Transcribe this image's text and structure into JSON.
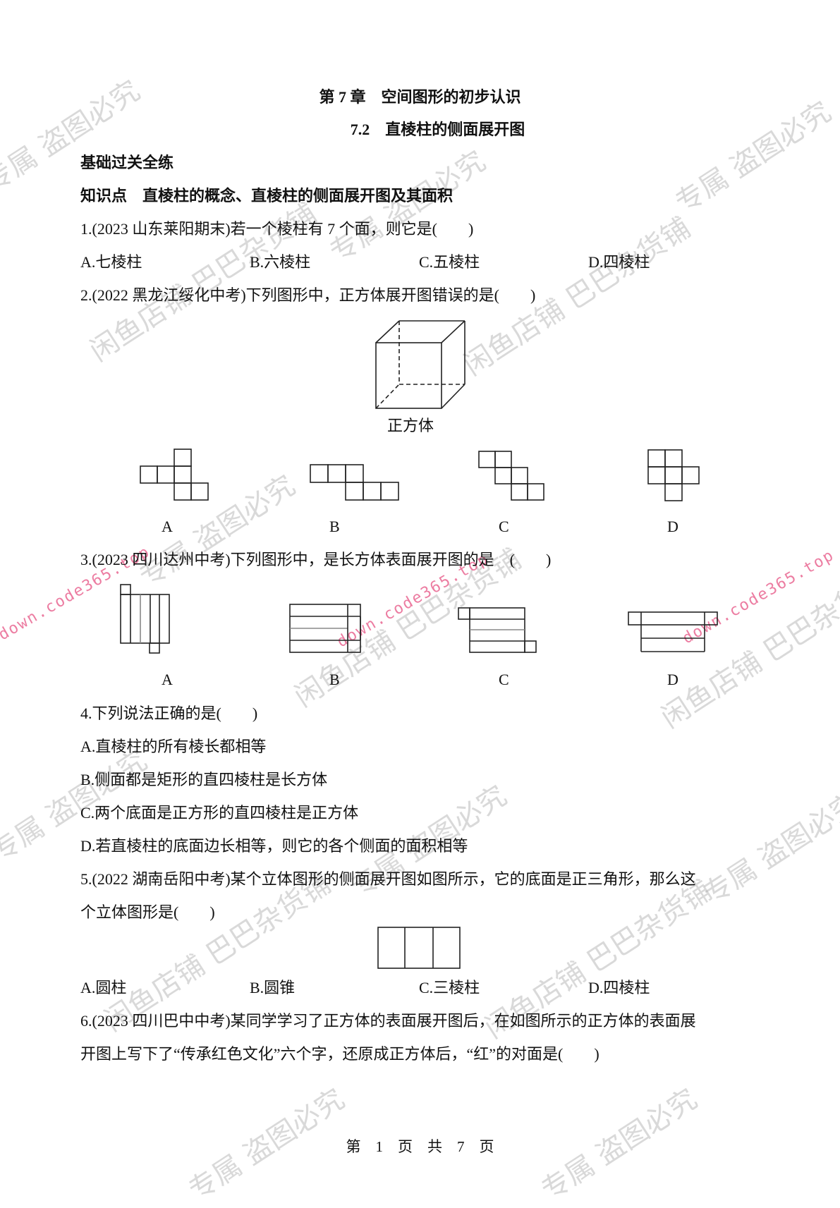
{
  "header": {
    "chapter_title": "第 7 章　空间图形的初步认识",
    "section_title": "7.2　直棱柱的侧面展开图"
  },
  "section_heading": "基础过关全练",
  "knowledge_point": "知识点　直棱柱的概念、直棱柱的侧面展开图及其面积",
  "questions": [
    {
      "number": "1",
      "stem": "1.(2023 山东莱阳期末)若一个棱柱有 7 个面，则它是(　　)",
      "options": [
        "A.七棱柱",
        "B.六棱柱",
        "C.五棱柱",
        "D.四棱柱"
      ]
    },
    {
      "number": "2",
      "stem": "2.(2022 黑龙江绥化中考)下列图形中，正方体展开图错误的是(　　)",
      "figure_caption": "正方体",
      "figure_labels": [
        "A",
        "B",
        "C",
        "D"
      ]
    },
    {
      "number": "3",
      "stem": "3.(2023 四川达州中考)下列图形中，是长方体表面展开图的是　(　　)",
      "figure_labels": [
        "A",
        "B",
        "C",
        "D"
      ]
    },
    {
      "number": "4",
      "stem": "4.下列说法正确的是(　　)",
      "options": [
        "A.直棱柱的所有棱长都相等",
        "B.侧面都是矩形的直四棱柱是长方体",
        "C.两个底面是正方形的直四棱柱是正方体",
        "D.若直棱柱的底面边长相等，则它的各个侧面的面积相等"
      ]
    },
    {
      "number": "5",
      "stem_line1": "5.(2022 湖南岳阳中考)某个立体图形的侧面展开图如图所示，它的底面是正三角形，那么这",
      "stem_line2": "个立体图形是(　　)",
      "options": [
        "A.圆柱",
        "B.圆锥",
        "C.三棱柱",
        "D.四棱柱"
      ]
    },
    {
      "number": "6",
      "stem_line1": "6.(2023 四川巴中中考)某同学学习了正方体的表面展开图后，在如图所示的正方体的表面展",
      "stem_line2": "开图上写下了“传承红色文化”六个字，还原成正方体后，“红”的对面是(　　)"
    }
  ],
  "footer": {
    "page_info": "第　1　页　共　7　页"
  },
  "watermarks": {
    "gray_1": "闲鱼店铺 巴巴杂货铺 专属 盗图必究",
    "gray_2": "专属 盗图必究",
    "gray_3": "闲鱼店铺 巴巴杂货铺",
    "pink": "down.code365.top"
  }
}
